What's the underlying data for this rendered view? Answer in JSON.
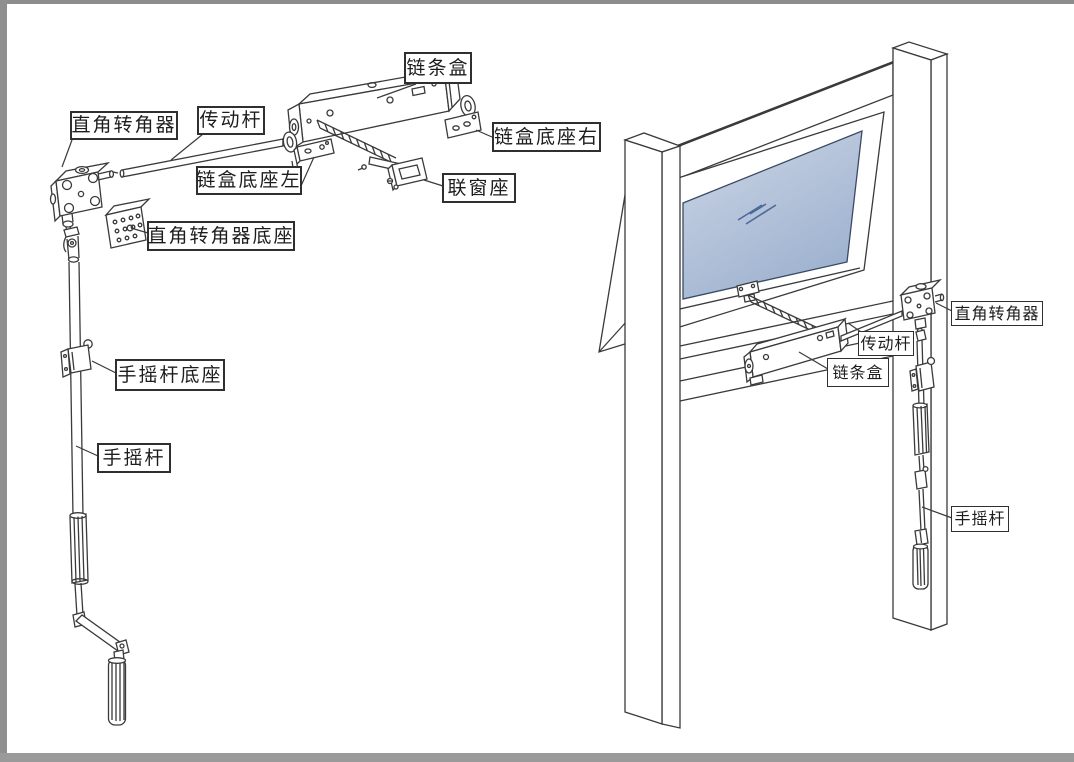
{
  "diagram_title": "window chain opener parts diagram",
  "exploded_view": {
    "labels": [
      {
        "id": "chain-box",
        "text": "链条盒"
      },
      {
        "id": "corner-drive",
        "text": "直角转角器"
      },
      {
        "id": "drive-rod",
        "text": "传动杆"
      },
      {
        "id": "chain-box-base-left",
        "text": "链盒底座左"
      },
      {
        "id": "chain-box-base-right",
        "text": "链盒底座右"
      },
      {
        "id": "window-link-bracket",
        "text": "联窗座"
      },
      {
        "id": "corner-drive-base",
        "text": "直角转角器底座"
      },
      {
        "id": "crank-rod-base",
        "text": "手摇杆底座"
      },
      {
        "id": "crank-rod",
        "text": "手摇杆"
      }
    ]
  },
  "installed_view": {
    "labels": [
      {
        "id": "corner-drive",
        "text": "直角转角器"
      },
      {
        "id": "drive-rod",
        "text": "传动杆"
      },
      {
        "id": "chain-box",
        "text": "链条盒"
      },
      {
        "id": "crank-rod",
        "text": "手摇杆"
      }
    ]
  },
  "colors": {
    "line": "#3a3a3a",
    "glass_light": "#ccd6e6",
    "glass_dark": "#9db1cf",
    "glass_reflection": "#4a6a99",
    "page_border": "#8f8f8f"
  }
}
